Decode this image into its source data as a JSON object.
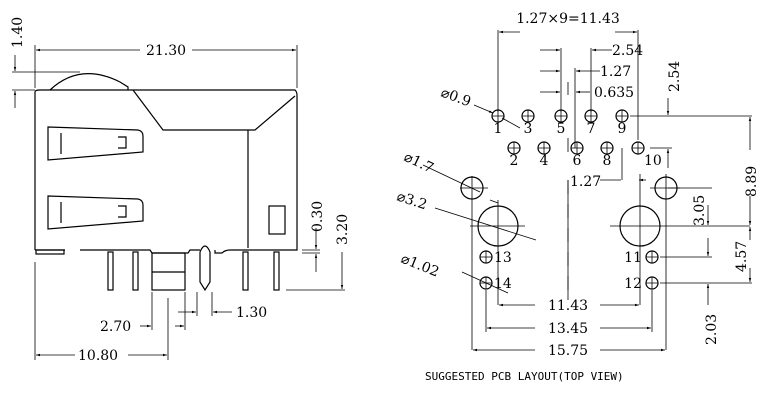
{
  "side_view": {
    "dims": {
      "width": "21.30",
      "tab_height": "1.40",
      "pin_offset": "0.30",
      "pin_length": "3.20",
      "pin_gap": "1.30",
      "shield_width": "2.70",
      "pin_offset_x": "10.80"
    }
  },
  "pcb_layout": {
    "caption": "SUGGESTED PCB LAYOUT(TOP VIEW)",
    "dims": {
      "pitch_total": "1.27×9=11.43",
      "d254": "2.54",
      "d127": "1.27",
      "d0635": "0.635",
      "hole09": "⌀0.9",
      "row_pitch": "2.54",
      "d889": "8.89",
      "hole17": "⌀1.7",
      "hole32": "⌀3.2",
      "d305": "3.05",
      "d457": "4.57",
      "hole102": "⌀1.02",
      "d203": "2.03",
      "d127b": "1.27",
      "w1143": "11.43",
      "w1345": "13.45",
      "w1575": "15.75"
    },
    "pins": [
      "1",
      "2",
      "3",
      "4",
      "5",
      "6",
      "7",
      "8",
      "9",
      "10",
      "11",
      "12",
      "13",
      "14"
    ]
  }
}
